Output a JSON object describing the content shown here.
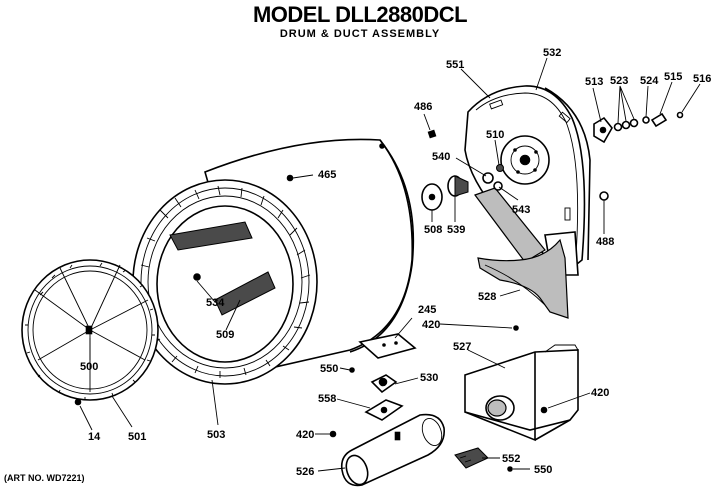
{
  "header": {
    "title": "MODEL DLL2880DCL",
    "subtitle": "DRUM & DUCT ASSEMBLY"
  },
  "footer": {
    "art_number": "(ART NO. WD7221)"
  },
  "parts": {
    "p14": "14",
    "p245": "245",
    "p420a": "420",
    "p420b": "420",
    "p420c": "420",
    "p465": "465",
    "p486": "486",
    "p488": "488",
    "p500": "500",
    "p501": "501",
    "p503": "503",
    "p508": "508",
    "p509": "509",
    "p510": "510",
    "p513": "513",
    "p515": "515",
    "p516": "516",
    "p523": "523",
    "p524": "524",
    "p526": "526",
    "p527": "527",
    "p528": "528",
    "p530": "530",
    "p532": "532",
    "p534": "534",
    "p539": "539",
    "p540": "540",
    "p543": "543",
    "p550a": "550",
    "p550b": "550",
    "p551": "551",
    "p552": "552",
    "p558": "558"
  }
}
